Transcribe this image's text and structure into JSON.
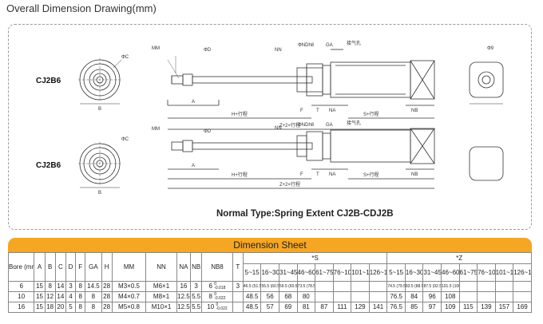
{
  "page": {
    "title": "Overall Dimension Drawing(mm)",
    "caption": "Normal Type:Spring Extent CJ2B-CDJ2B",
    "sheet_title": "Dimension Sheet"
  },
  "drawing": {
    "model_top": "CJ2B6",
    "model_bottom": "CJ2B6",
    "labels": {
      "mm": "MM",
      "phi_d": "ΦD",
      "phi_c": "ΦC",
      "nn": "NN",
      "phi_ndh8": "ΦNDh8",
      "ga": "GA",
      "port": "接气孔",
      "phi9": "Φ9",
      "a": "A",
      "b": "B",
      "f": "F",
      "t": "T",
      "na": "NA",
      "nb": "NB",
      "h_stroke": "H+行程",
      "s_stroke": "S+行程",
      "z_stroke": "Z+2×行程"
    }
  },
  "table": {
    "columns": [
      "Bore (mm)",
      "A",
      "B",
      "C",
      "D",
      "F",
      "GA",
      "H",
      "MM",
      "NN",
      "NA",
      "NB",
      "NB8",
      "T"
    ],
    "s_header": "*S",
    "z_header": "*Z",
    "stroke_ranges": [
      "5~15",
      "16~30",
      "31~45",
      "46~60",
      "61~75",
      "76~100",
      "101~125",
      "126~150"
    ],
    "rows": [
      {
        "bore": "6",
        "a": "15",
        "b": "8",
        "c": "14",
        "d": "3",
        "f": "8",
        "ga": "14.5",
        "h": "28",
        "mm": "M3×0.5",
        "nn": "M6×1",
        "na": "16",
        "nb": "3",
        "nb8_base": "6",
        "nb8_upper": "0",
        "nb8_lower": "-0.018",
        "t": "3",
        "s": [
          "46.5 (51.5)",
          "55.5 (60.5)",
          "59.5 (60.5)",
          "73.5 (78.5)",
          "",
          "",
          "",
          ""
        ],
        "z": [
          "74.5 (79.5)",
          "83.5 (88.5)",
          "87.5 (92.5)",
          "101.5 (106.5)",
          "",
          "",
          "",
          ""
        ]
      },
      {
        "bore": "10",
        "a": "15",
        "b": "12",
        "c": "14",
        "d": "4",
        "f": "8",
        "ga": "8",
        "h": "28",
        "mm": "M4×0.7",
        "nn": "M8×1",
        "na": "12.5",
        "nb": "5.5",
        "nb8_base": "8",
        "nb8_upper": "0",
        "nb8_lower": "-0.022",
        "t": "",
        "s": [
          "48.5",
          "56",
          "68",
          "80",
          "",
          "",
          "",
          ""
        ],
        "z": [
          "76.5",
          "84",
          "96",
          "108",
          "",
          "",
          "",
          ""
        ]
      },
      {
        "bore": "16",
        "a": "15",
        "b": "18",
        "c": "20",
        "d": "5",
        "f": "8",
        "ga": "8",
        "h": "28",
        "mm": "M5×0.8",
        "nn": "M10×1",
        "na": "12.5",
        "nb": "5.5",
        "nb8_base": "10",
        "nb8_upper": "0",
        "nb8_lower": "-0.022",
        "t": "",
        "s": [
          "48.5",
          "57",
          "69",
          "81",
          "87",
          "111",
          "129",
          "141"
        ],
        "z": [
          "76.5",
          "85",
          "97",
          "109",
          "115",
          "139",
          "157",
          "169"
        ]
      }
    ]
  }
}
